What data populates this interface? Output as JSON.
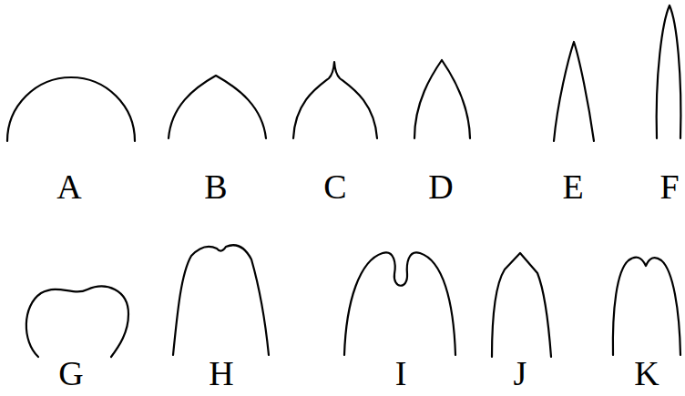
{
  "diagram": {
    "labels": [
      "A",
      "B",
      "C",
      "D",
      "E",
      "F",
      "G",
      "H",
      "I",
      "J",
      "K"
    ]
  }
}
